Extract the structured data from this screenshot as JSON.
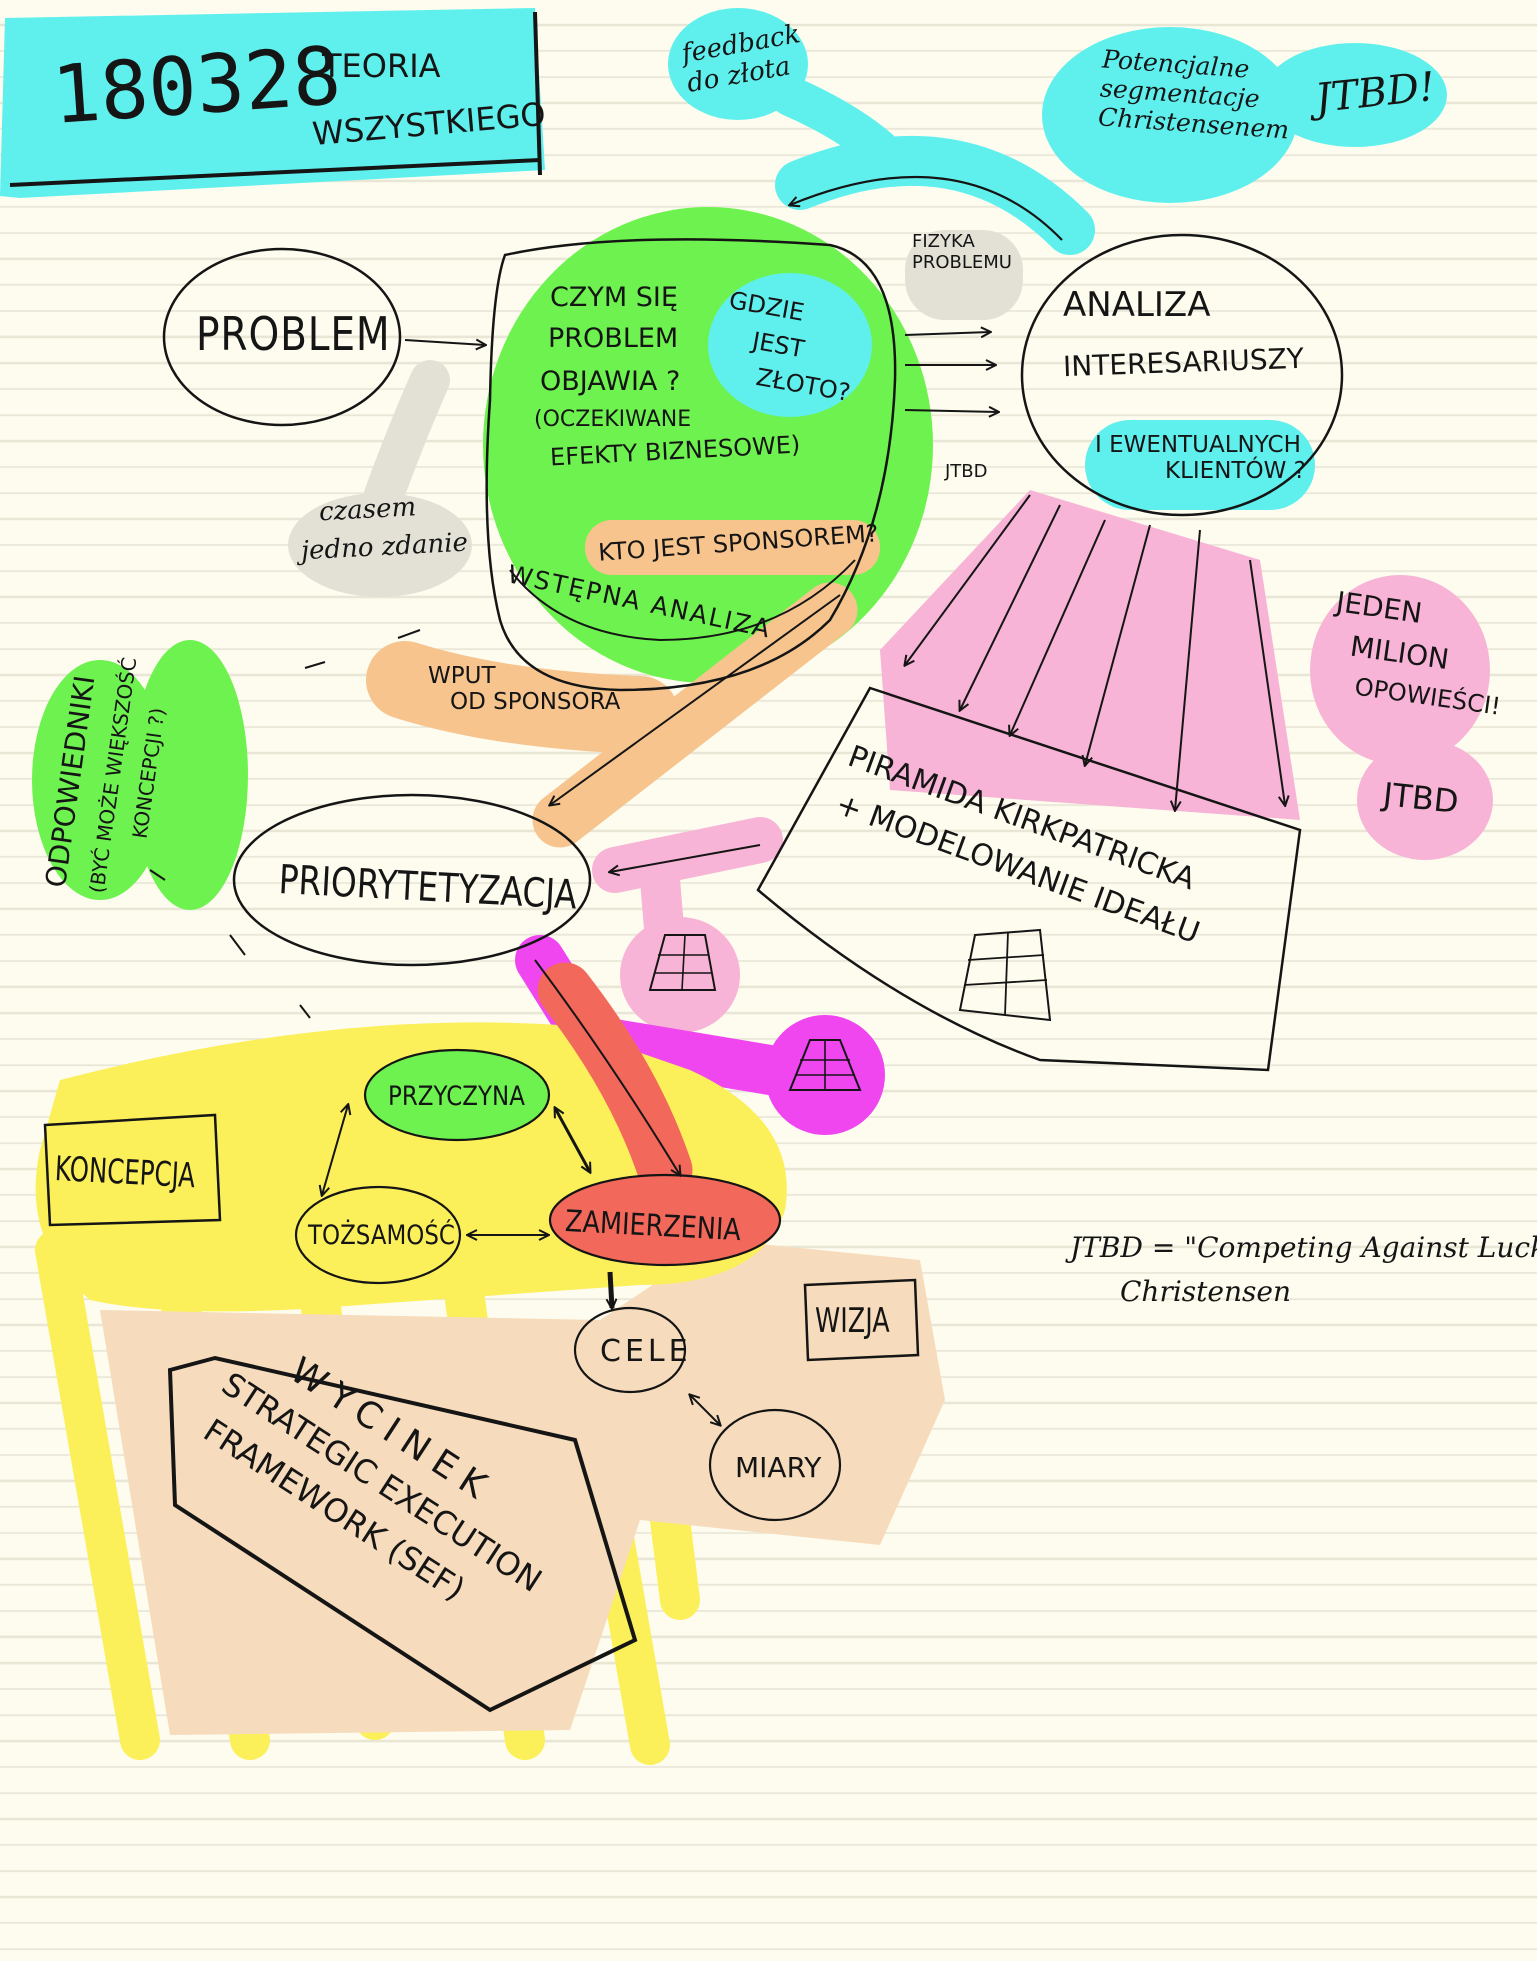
{
  "title": {
    "number": "180328",
    "line1": "TEORIA",
    "line2": "WSZYSTKIEGO"
  },
  "nodes": {
    "feedback": [
      "feedback",
      "do złota"
    ],
    "potencjalne": [
      "Potencjalne",
      "segmentacje",
      "Christensenem"
    ],
    "jtbd_top": "JTBD!",
    "problem": "PROBLEM",
    "czym_sie": [
      "CZYM SIĘ",
      "PROBLEM",
      "OBJAWIA ?",
      "(OCZEKIWANE",
      "EFEKTY BIZNESOWE)"
    ],
    "gdzie_zloto": [
      "GDZIE",
      "JEST",
      "ZŁOTO?"
    ],
    "kto_sponsor": "KTO JEST SPONSOREM?",
    "wstepna": "WSTĘPNA ANALIZA",
    "czasem": [
      "czasem",
      "jedno zdanie"
    ],
    "fizyka": [
      "FIZYKA",
      "PROBLEMU"
    ],
    "jtbd_small": "JTBD",
    "analiza": [
      "ANALIZA",
      "INTERESARIUSZY"
    ],
    "eventualnych": [
      "I EWENTUALNYCH",
      "KLIENTÓW ?"
    ],
    "jeden_milion": [
      "JEDEN",
      "MILION",
      "OPOWIEŚCI!"
    ],
    "jtbd_right": "JTBD",
    "wput": [
      "WPUT",
      "OD SPONSORA"
    ],
    "odpowiedniki": [
      "ODPOWIEDNIKI",
      "(BYĆ MOŻE WIĘKSZOŚĆ",
      "KONCEPCJI ?)"
    ],
    "piramida": [
      "PIRAMIDA KIRKPATRICKA",
      "+ MODELOWANIE IDEAŁU"
    ],
    "prio": "PRIORYTETYZACJA",
    "przyczyna": "PRZYCZYNA",
    "koncepcja": "KONCEPCJA",
    "tozsamosc": "TOŻSAMOŚĆ",
    "zamierzenia": "ZAMIERZENIA",
    "cele": "CELE",
    "wizja": "WIZJA",
    "miary": "MIARY",
    "wycinek": [
      "WYCINEK",
      "STRATEGIC EXECUTION",
      "FRAMEWORK (SEF)"
    ],
    "jtbd_note": [
      "JTBD = \"Competing Against Luck\"",
      "Christensen"
    ]
  },
  "colors": {
    "cyan": "#5ff0ee",
    "green": "#6ef24f",
    "pink": "#f7b4d6",
    "magenta": "#f046f0",
    "orange": "#f7c48e",
    "peach": "#f6dcbc",
    "yellow": "#fbf05a",
    "red": "#f2685b",
    "gray": "#e3e1d6",
    "ink": "#151515"
  }
}
